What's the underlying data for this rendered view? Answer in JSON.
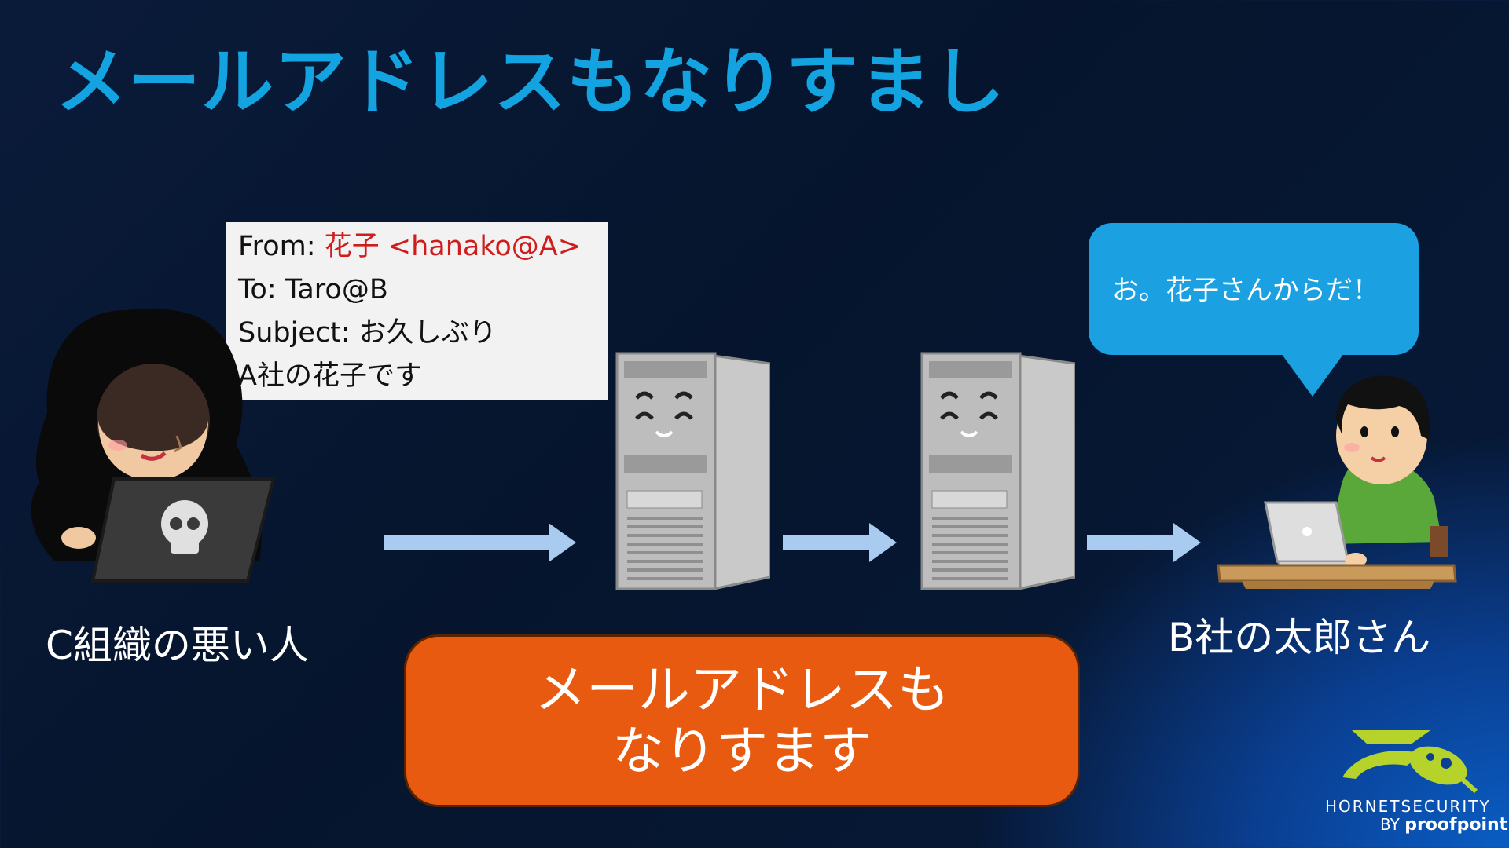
{
  "title": "メールアドレスもなりすまし",
  "email": {
    "from_prefix": "From: ",
    "from_value": "花子 <hanako@A>",
    "to": "To: Taro@B",
    "subject": "Subject: お久しぶり",
    "body": "A社の花子です"
  },
  "attacker_label": "C組織の悪い人",
  "recipient_label": "B社の太郎さん",
  "speech_bubble": "お。花子さんからだ！",
  "callout": {
    "line1": "メールアドレスも",
    "line2": "なりすます"
  },
  "logo": {
    "name": "HORNETSECURITY",
    "by": "BY",
    "brand": "proofpoint."
  },
  "colors": {
    "title": "#12a3e0",
    "arrow": "#a9cbf0",
    "callout": "#e85a10",
    "bubble": "#1ba1e2",
    "from_value": "#d11c1c"
  },
  "icons": [
    "hacker-with-laptop-icon",
    "mail-server-icon",
    "mail-server-icon",
    "office-worker-with-laptop-icon",
    "hornet-logo-icon"
  ]
}
